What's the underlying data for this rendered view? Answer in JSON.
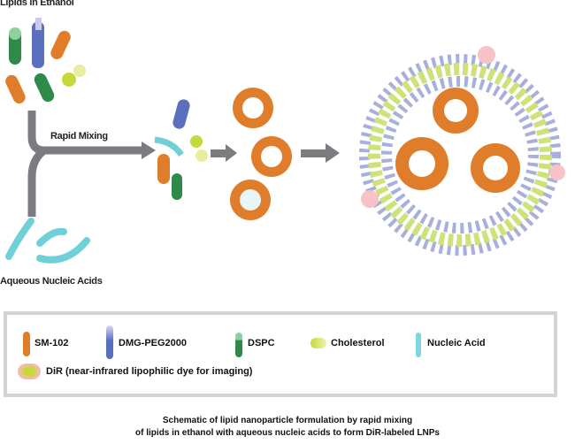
{
  "labels": {
    "lipids": "Lipids in Ethanol",
    "mixing": "Rapid Mixing",
    "aqueous": "Aqueous Nucleic Acids"
  },
  "legend": {
    "items": [
      {
        "label": "SM-102",
        "color": "#e07d2a"
      },
      {
        "label": "DMG-PEG2000",
        "color": "#5b6fbf"
      },
      {
        "label": "DSPC",
        "color": "#2f8a4a"
      },
      {
        "label": "Cholesterol",
        "color": "#c6d93a"
      },
      {
        "label": "Nucleic Acid",
        "color": "#5fcad3"
      },
      {
        "label": "DiR (near-infrared lipophilic dye for imaging)",
        "color": "#f0a0a8"
      }
    ]
  },
  "caption": {
    "line1": "Schematic of lipid nanoparticle formulation by rapid mixing",
    "line2": "of lipids in ethanol with aqueous nucleic acids to form DiR-labeled LNPs"
  }
}
